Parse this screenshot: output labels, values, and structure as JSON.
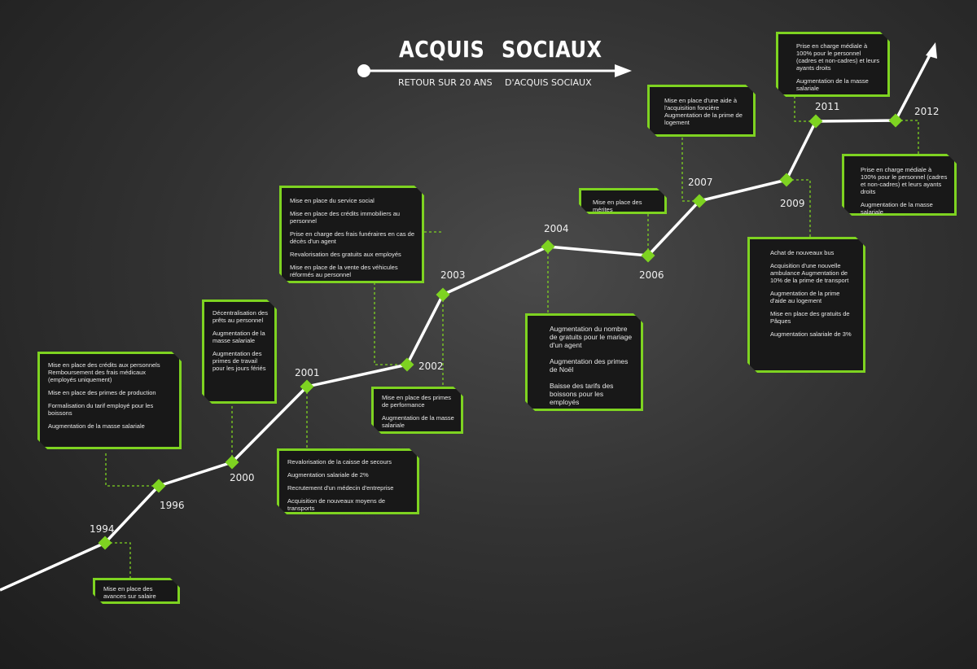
{
  "title": {
    "word1": "ACQUIS",
    "word2": "SOCIAUX"
  },
  "subtitle": {
    "left": "RETOUR SUR 20 ANS",
    "right": "D'ACQUIS SOCIAUX"
  },
  "colors": {
    "accent": "#7ed321",
    "line": "#ffffff",
    "box_bg": "#181818",
    "background": "#333333"
  },
  "milestones": [
    {
      "year": "1994",
      "items": [
        "Mise en place des avances sur salaire"
      ]
    },
    {
      "year": "1996",
      "items": [
        "Mise en place des crédits aux personnels Remboursement des frais médicaux (employés uniquement)",
        "Mise en place des primes de production",
        "Formalisation du tarif employé pour les boissons",
        "Augmentation de la masse salariale"
      ]
    },
    {
      "year": "2000",
      "items": [
        "Décentralisation des prêts au personnel",
        "Augmentation de la masse salariale",
        "Augmentation des primes de travail pour les jours fériés"
      ]
    },
    {
      "year": "2001",
      "items": [
        "Revalorisation de la caisse de secours",
        "Augmentation salariale de 2%",
        "Recrutement d'un médecin d'entreprise",
        "Acquisition de nouveaux moyens de transports"
      ]
    },
    {
      "year": "2002",
      "items": [
        "Mise en place du service social",
        "Mise en place des crédits immobiliers au personnel",
        "Prise en charge des frais funéraires en cas de décès d'un agent",
        "Revalorisation des gratuits aux employés",
        "Mise en place de la vente des véhicules réformés au personnel"
      ]
    },
    {
      "year": "2003",
      "items": [
        "Mise en place des primes de performance",
        "Augmentation de la masse salariale"
      ]
    },
    {
      "year": "2004",
      "items": [
        "Augmentation du nombre de gratuits pour le mariage d'un agent",
        "Augmentation des primes de Noël",
        "Baisse des tarifs des boissons pour les employés"
      ]
    },
    {
      "year": "2006",
      "items": [
        "Mise en place des mérites"
      ]
    },
    {
      "year": "2007",
      "items": [
        "Mise en place d'une aide à l'acquisition foncière Augmentation de la prime de logement"
      ]
    },
    {
      "year": "2009",
      "items": [
        "Achat de nouveaux bus",
        "Acquisition d'une nouvelle ambulance Augmentation de 10% de la prime de transport",
        "Augmentation de la prime d'aide au logement",
        "Mise en place des gratuits de Pâques",
        "Augmentation salariale de 3%"
      ]
    },
    {
      "year": "2011",
      "items": [
        "Prise en charge médiale à 100% pour le personnel (cadres et non-cadres) et leurs ayants droits",
        "Augmentation de la masse salariale"
      ]
    },
    {
      "year": "2012",
      "items": [
        "Prise en charge médiale à 100% pour le personnel (cadres et non-cadres) et leurs ayants droits",
        "Augmentation de la masse salariale"
      ]
    }
  ]
}
